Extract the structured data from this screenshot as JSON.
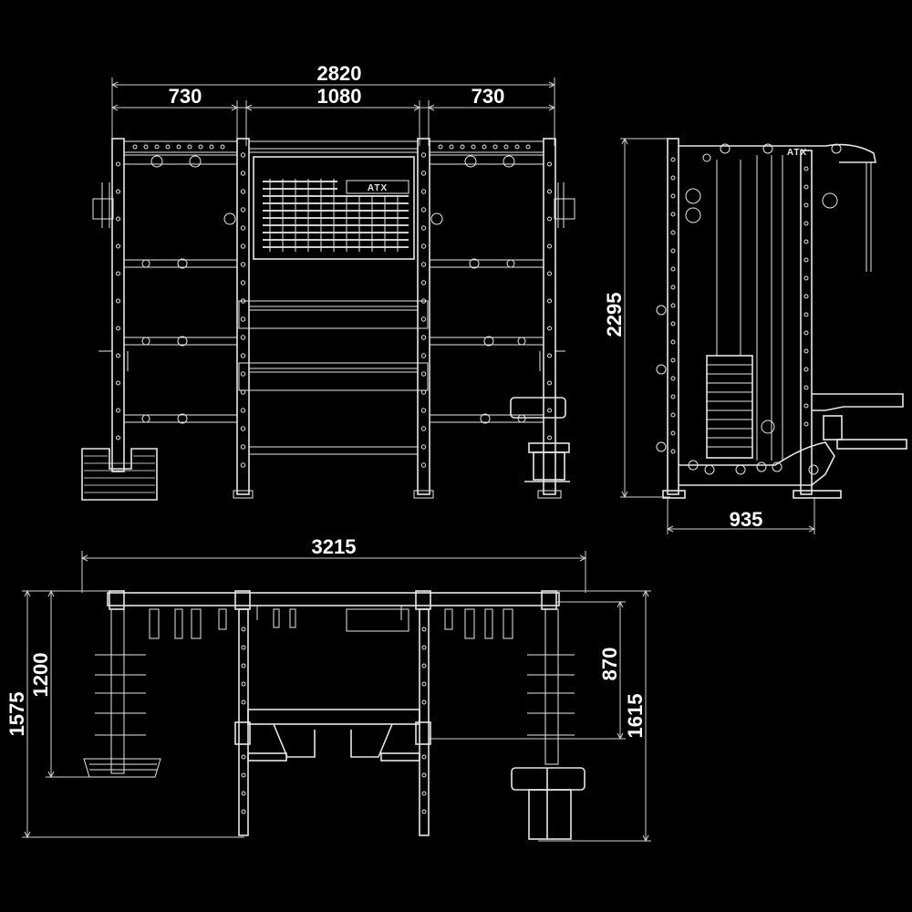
{
  "front_view": {
    "dimensions": {
      "overall": "2820",
      "left_bay": "730",
      "center_bay": "1080",
      "right_bay": "730"
    },
    "logo_text": "ATX"
  },
  "side_view": {
    "dimensions": {
      "height": "2295",
      "depth": "935"
    },
    "logo_text": "ATX"
  },
  "top_view": {
    "dimensions": {
      "overall_width": "3215",
      "left_outer": "1575",
      "left_inner": "1200",
      "right_inner": "870",
      "right_outer": "1615"
    }
  },
  "colors": {
    "background": "#000000",
    "linework": "#e6e6e6"
  }
}
